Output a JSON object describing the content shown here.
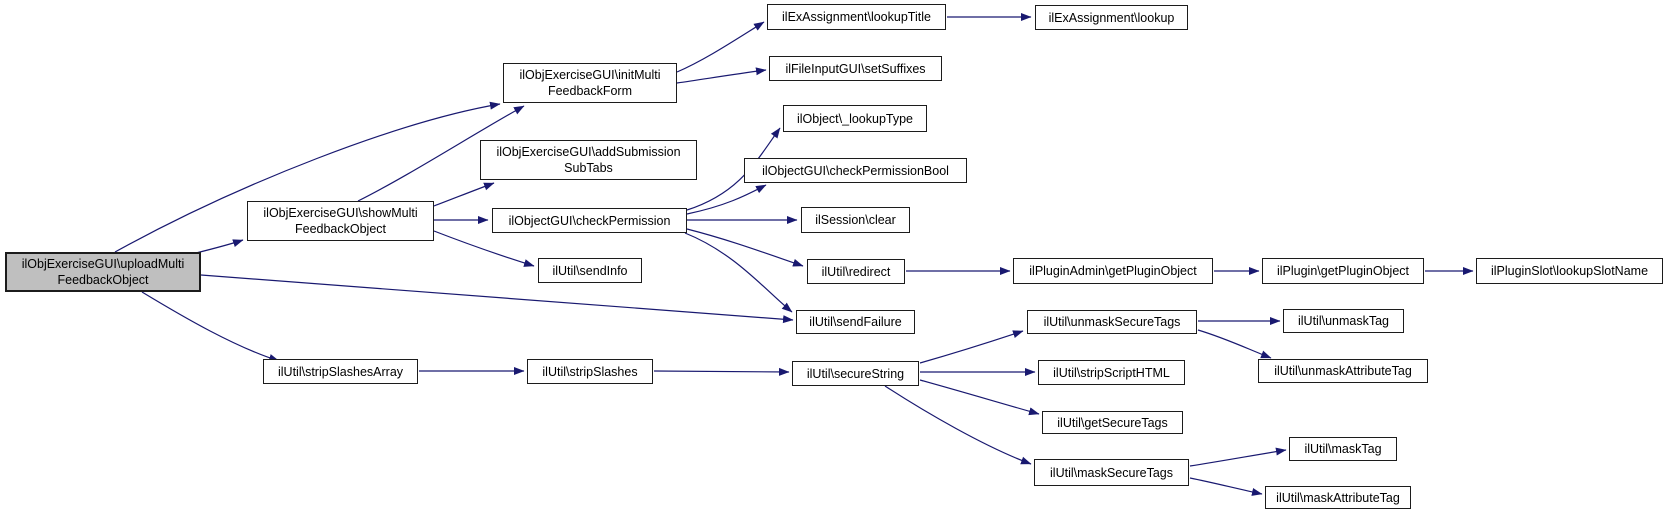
{
  "diagram": {
    "type": "call-graph",
    "orientation": "left-to-right"
  },
  "colors": {
    "background": "#ffffff",
    "edge": "#191970",
    "node_border": "#1c1c1c",
    "node_fill": "#ffffff",
    "root_node_fill": "#bfbfbf",
    "text": "#000000"
  },
  "nodes": [
    {
      "id": "uploadMultiFeedbackObject",
      "label": "ilObjExerciseGUI\\uploadMulti\nFeedbackObject",
      "highlighted": true
    },
    {
      "id": "showMultiFeedbackObject",
      "label": "ilObjExerciseGUI\\showMulti\nFeedbackObject",
      "highlighted": false
    },
    {
      "id": "initMultiFeedbackForm",
      "label": "ilObjExerciseGUI\\initMulti\nFeedbackForm",
      "highlighted": false
    },
    {
      "id": "addSubmissionSubTabs",
      "label": "ilObjExerciseGUI\\addSubmission\nSubTabs",
      "highlighted": false
    },
    {
      "id": "checkPermission",
      "label": "ilObjectGUI\\checkPermission",
      "highlighted": false
    },
    {
      "id": "sendInfo",
      "label": "ilUtil\\sendInfo",
      "highlighted": false
    },
    {
      "id": "lookupTitle",
      "label": "ilExAssignment\\lookupTitle",
      "highlighted": false
    },
    {
      "id": "setSuffixes",
      "label": "ilFileInputGUI\\setSuffixes",
      "highlighted": false
    },
    {
      "id": "lookup",
      "label": "ilExAssignment\\lookup",
      "highlighted": false
    },
    {
      "id": "lookupType",
      "label": "ilObject\\_lookupType",
      "highlighted": false
    },
    {
      "id": "checkPermissionBool",
      "label": "ilObjectGUI\\checkPermissionBool",
      "highlighted": false
    },
    {
      "id": "sessionClear",
      "label": "ilSession\\clear",
      "highlighted": false
    },
    {
      "id": "redirect",
      "label": "ilUtil\\redirect",
      "highlighted": false
    },
    {
      "id": "sendFailure",
      "label": "ilUtil\\sendFailure",
      "highlighted": false
    },
    {
      "id": "pluginAdminGetPluginObject",
      "label": "ilPluginAdmin\\getPluginObject",
      "highlighted": false
    },
    {
      "id": "pluginGetPluginObject",
      "label": "ilPlugin\\getPluginObject",
      "highlighted": false
    },
    {
      "id": "lookupSlotName",
      "label": "ilPluginSlot\\lookupSlotName",
      "highlighted": false
    },
    {
      "id": "stripSlashesArray",
      "label": "ilUtil\\stripSlashesArray",
      "highlighted": false
    },
    {
      "id": "stripSlashes",
      "label": "ilUtil\\stripSlashes",
      "highlighted": false
    },
    {
      "id": "secureString",
      "label": "ilUtil\\secureString",
      "highlighted": false
    },
    {
      "id": "unmaskSecureTags",
      "label": "ilUtil\\unmaskSecureTags",
      "highlighted": false
    },
    {
      "id": "stripScriptHTML",
      "label": "ilUtil\\stripScriptHTML",
      "highlighted": false
    },
    {
      "id": "getSecureTags",
      "label": "ilUtil\\getSecureTags",
      "highlighted": false
    },
    {
      "id": "maskSecureTags",
      "label": "ilUtil\\maskSecureTags",
      "highlighted": false
    },
    {
      "id": "maskTag",
      "label": "ilUtil\\maskTag",
      "highlighted": false
    },
    {
      "id": "unmaskTag",
      "label": "ilUtil\\unmaskTag",
      "highlighted": false
    },
    {
      "id": "unmaskAttributeTag",
      "label": "ilUtil\\unmaskAttributeTag",
      "highlighted": false
    },
    {
      "id": "maskAttributeTag",
      "label": "ilUtil\\maskAttributeTag",
      "highlighted": false
    }
  ],
  "edges": [
    {
      "from": "uploadMultiFeedbackObject",
      "to": "initMultiFeedbackForm"
    },
    {
      "from": "uploadMultiFeedbackObject",
      "to": "showMultiFeedbackObject"
    },
    {
      "from": "uploadMultiFeedbackObject",
      "to": "sendFailure"
    },
    {
      "from": "uploadMultiFeedbackObject",
      "to": "stripSlashesArray"
    },
    {
      "from": "showMultiFeedbackObject",
      "to": "initMultiFeedbackForm"
    },
    {
      "from": "showMultiFeedbackObject",
      "to": "addSubmissionSubTabs"
    },
    {
      "from": "showMultiFeedbackObject",
      "to": "checkPermission"
    },
    {
      "from": "showMultiFeedbackObject",
      "to": "sendInfo"
    },
    {
      "from": "initMultiFeedbackForm",
      "to": "lookupTitle"
    },
    {
      "from": "initMultiFeedbackForm",
      "to": "setSuffixes"
    },
    {
      "from": "lookupTitle",
      "to": "lookup"
    },
    {
      "from": "checkPermission",
      "to": "lookupType"
    },
    {
      "from": "checkPermission",
      "to": "checkPermissionBool"
    },
    {
      "from": "checkPermission",
      "to": "sessionClear"
    },
    {
      "from": "checkPermission",
      "to": "redirect"
    },
    {
      "from": "checkPermission",
      "to": "sendFailure"
    },
    {
      "from": "redirect",
      "to": "pluginAdminGetPluginObject"
    },
    {
      "from": "pluginAdminGetPluginObject",
      "to": "pluginGetPluginObject"
    },
    {
      "from": "pluginGetPluginObject",
      "to": "lookupSlotName"
    },
    {
      "from": "stripSlashesArray",
      "to": "stripSlashes"
    },
    {
      "from": "stripSlashes",
      "to": "secureString"
    },
    {
      "from": "secureString",
      "to": "unmaskSecureTags"
    },
    {
      "from": "secureString",
      "to": "stripScriptHTML"
    },
    {
      "from": "secureString",
      "to": "getSecureTags"
    },
    {
      "from": "secureString",
      "to": "maskSecureTags"
    },
    {
      "from": "unmaskSecureTags",
      "to": "unmaskTag"
    },
    {
      "from": "unmaskSecureTags",
      "to": "unmaskAttributeTag"
    },
    {
      "from": "maskSecureTags",
      "to": "maskTag"
    },
    {
      "from": "maskSecureTags",
      "to": "maskAttributeTag"
    }
  ]
}
